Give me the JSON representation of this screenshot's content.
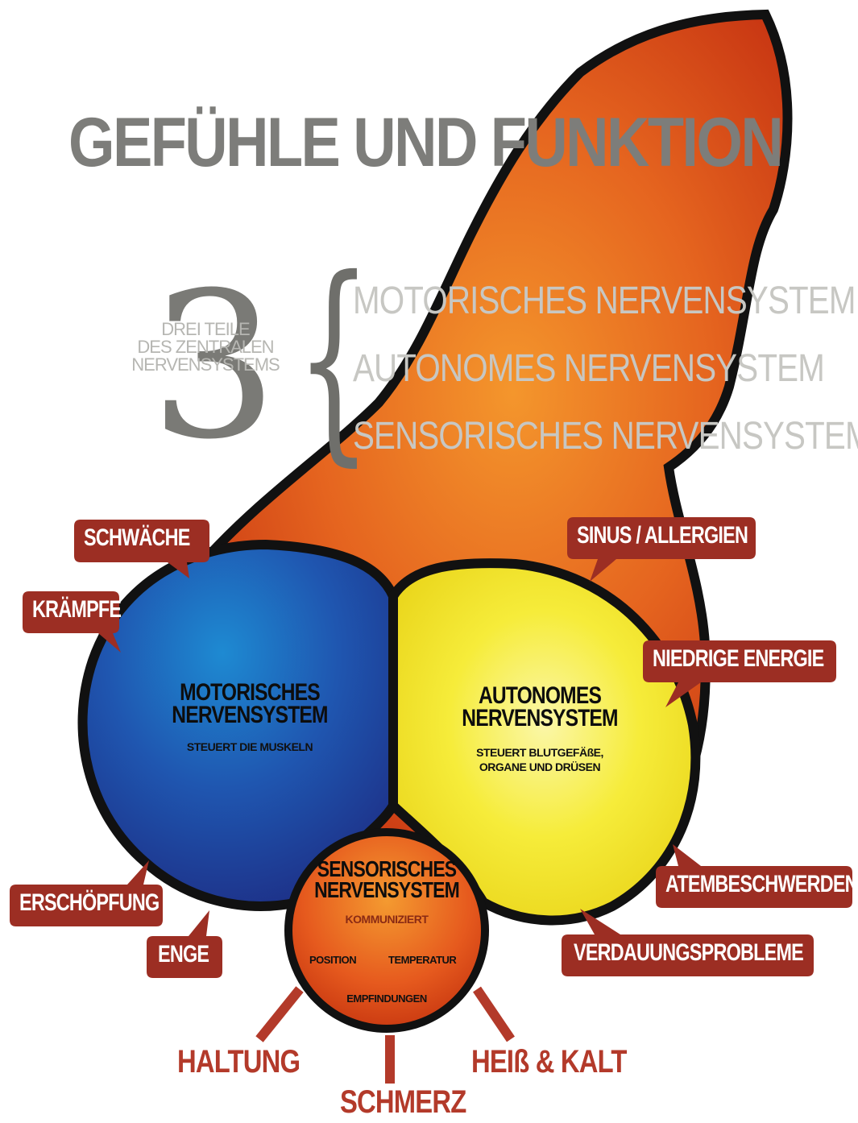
{
  "title": "GEFÜHLE UND FUNKTION",
  "intro": {
    "number": "3",
    "caption_lines": [
      "DREI TEILE",
      "DES ZENTRALEN",
      "NERVENSYSTEMS"
    ],
    "systems": [
      "MOTORISCHES NERVENSYSTEM",
      "AUTONOMES NERVENSYSTEM",
      "SENSORISCHES NERVENSYSTEM"
    ]
  },
  "circles": {
    "motor": {
      "title_lines": [
        "MOTORISCHES",
        "NERVENSYSTEM"
      ],
      "subtitle": "STEUERT DIE MUSKELN",
      "color": "#1f3f9b"
    },
    "autonomic": {
      "title_lines": [
        "AUTONOMES",
        "NERVENSYSTEM"
      ],
      "subtitle_lines": [
        "STEUERT BLUTGEFÄßE,",
        "ORGANE UND DRÜSEN"
      ],
      "color": "#f3e21c"
    },
    "sensory": {
      "title_lines": [
        "SENSORISCHES",
        "NERVENSYSTEM"
      ],
      "subtitle": "KOMMUNIZIERT",
      "items": [
        "POSITION",
        "TEMPERATUR",
        "EMPFINDUNGEN"
      ],
      "color": "#e0501e"
    }
  },
  "callouts": {
    "schwaeche": "SCHWÄCHE",
    "kraempfe": "KRÄMPFE",
    "erschoepfung": "ERSCHÖPFUNG",
    "enge": "ENGE",
    "sinus": "SINUS / ALLERGIEN",
    "energie": "NIEDRIGE ENERGIE",
    "atem": "ATEMBESCHWERDEN",
    "verdauung": "VERDAUUNGSPROBLEME"
  },
  "sensory_outputs": {
    "haltung": "HALTUNG",
    "schmerz": "SCHMERZ",
    "heiss": "HEIß & KALT"
  },
  "colors": {
    "callout": "#9c2e23",
    "brain_outer": "#d8461a",
    "brain_inner": "#f08c2a",
    "outline": "#111111",
    "gray_text": "#7d7d7a"
  }
}
